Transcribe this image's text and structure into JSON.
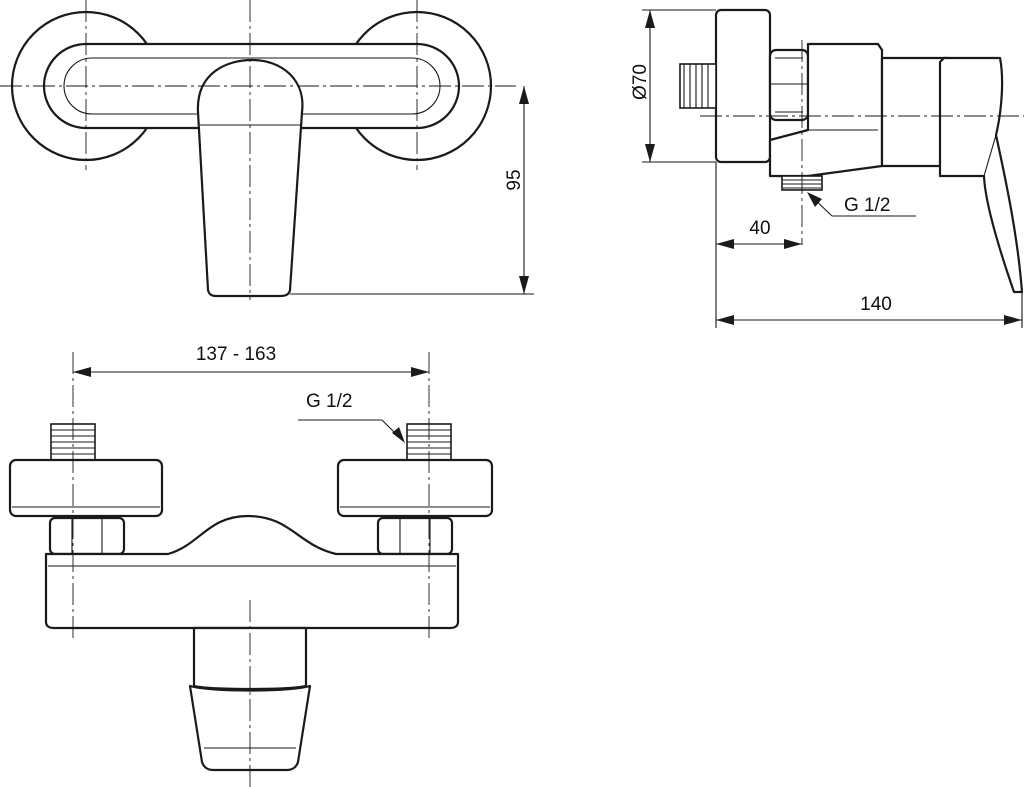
{
  "dimensions": {
    "height_front": "95",
    "diameter_flange": "Ø70",
    "outlet_offset": "40",
    "depth_total": "140",
    "inlet_spacing": "137 - 163"
  },
  "callouts": {
    "thread_side": "G 1/2",
    "thread_top": "G 1/2"
  }
}
